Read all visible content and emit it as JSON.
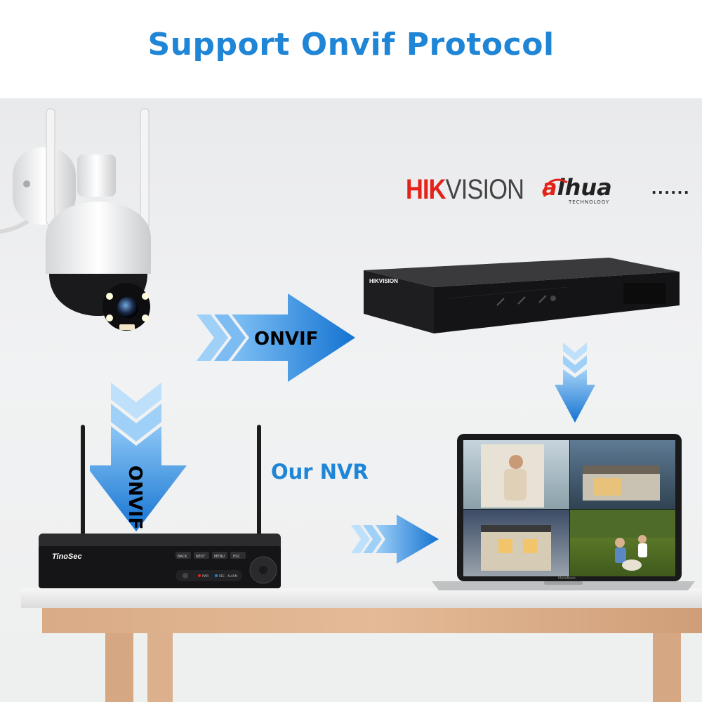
{
  "title": "Support Onvif Protocol",
  "brands": {
    "hikvision_red": "HIK",
    "hikvision_dark": "VISION",
    "dahua_a": "a",
    "dahua_rest": "lhua",
    "dahua_sub": "TECHNOLOGY",
    "more": "......"
  },
  "arrows": {
    "horizontal_label": "ONVIF",
    "vertical_label": "ONVIF"
  },
  "nvr": {
    "label": "Our NVR",
    "brand": "TinoSec",
    "buttons": [
      "BACK",
      "NEXT",
      "MENU",
      "ESC"
    ],
    "indicators": [
      "PWR",
      "REC",
      "ALARM"
    ]
  },
  "third_party_nvr": {
    "brand": "HIKVISION"
  },
  "laptop": {
    "brand": "MateBook"
  },
  "colors": {
    "accent_blue": "#1f85d6",
    "hikvision_red": "#e2231a",
    "dahua_red": "#e2231a"
  }
}
